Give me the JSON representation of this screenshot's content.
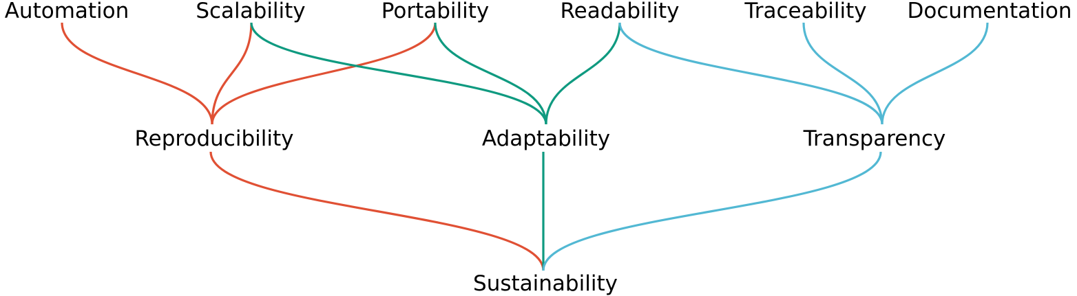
{
  "colors": {
    "red": "#e05034",
    "green": "#0f9a80",
    "blue": "#52b8d3"
  },
  "nodes": {
    "top": [
      "Automation",
      "Scalability",
      "Portability",
      "Readability",
      "Traceability",
      "Documentation"
    ],
    "middle": [
      "Reproducibility",
      "Adaptability",
      "Transparency"
    ],
    "bottom": "Sustainability"
  },
  "links": [
    {
      "from": "Automation",
      "to": "Reproducibility",
      "color": "red"
    },
    {
      "from": "Scalability",
      "to": "Reproducibility",
      "color": "red"
    },
    {
      "from": "Portability",
      "to": "Reproducibility",
      "color": "red"
    },
    {
      "from": "Scalability",
      "to": "Adaptability",
      "color": "green"
    },
    {
      "from": "Portability",
      "to": "Adaptability",
      "color": "green"
    },
    {
      "from": "Readability",
      "to": "Adaptability",
      "color": "green"
    },
    {
      "from": "Readability",
      "to": "Transparency",
      "color": "blue"
    },
    {
      "from": "Traceability",
      "to": "Transparency",
      "color": "blue"
    },
    {
      "from": "Documentation",
      "to": "Transparency",
      "color": "blue"
    },
    {
      "from": "Reproducibility",
      "to": "Sustainability",
      "color": "red"
    },
    {
      "from": "Adaptability",
      "to": "Sustainability",
      "color": "green"
    },
    {
      "from": "Transparency",
      "to": "Sustainability",
      "color": "blue"
    }
  ]
}
